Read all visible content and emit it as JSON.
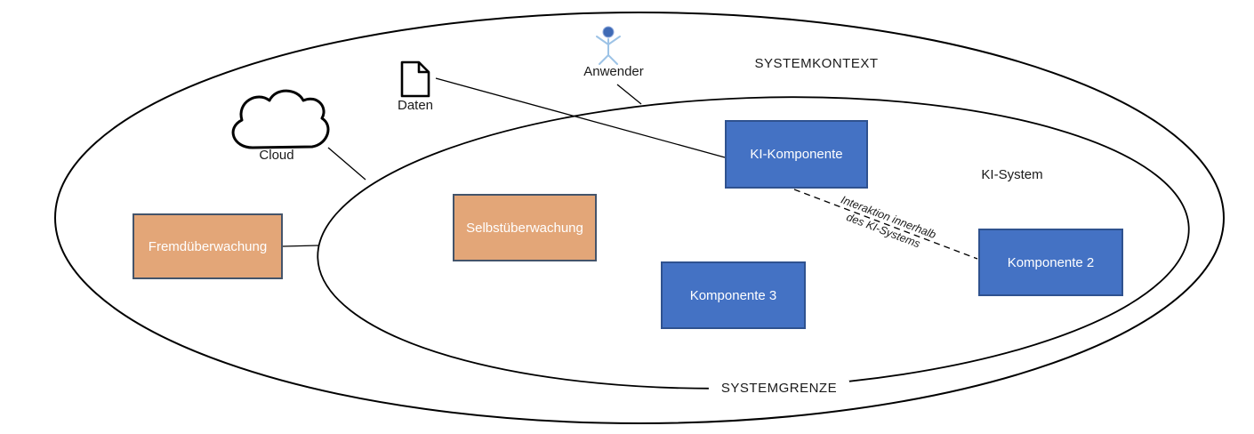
{
  "labels": {
    "systemkontext": "SYSTEMKONTEXT",
    "systemgrenze": "SYSTEMGRENZE",
    "ki_system": "KI-System"
  },
  "components": {
    "ki_komponente": "KI-Komponente",
    "komponente2": "Komponente 2",
    "komponente3": "Komponente 3"
  },
  "monitors": {
    "fremdueberwachung": "Fremdüberwachung",
    "selbstueberwachung": "Selbstüberwachung"
  },
  "externals": {
    "cloud": "Cloud",
    "daten": "Daten",
    "anwender": "Anwender"
  },
  "interaction": {
    "line1": "Interaktion innerhalb",
    "line2": "des KI-Systems"
  },
  "colors": {
    "component_fill": "#4472C4",
    "component_border": "#2F528F",
    "monitor_fill": "#E3A678",
    "monitor_border": "#44546A",
    "figure_head": "#3F6AB5",
    "figure_limbs": "#9DC3E6",
    "line": "#000000"
  }
}
